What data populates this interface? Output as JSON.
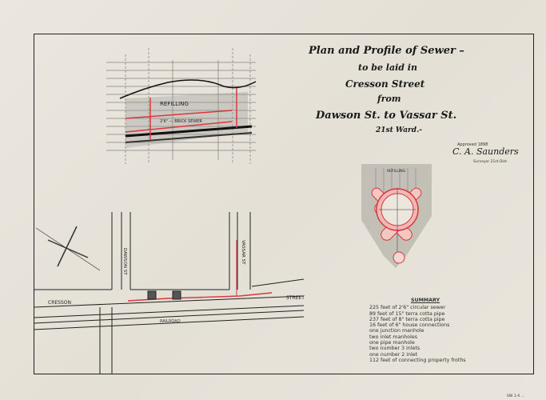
{
  "title": {
    "lines": [
      "Plan and Profile of Sewer –",
      "to be laid in",
      "Cresson Street",
      "from",
      "Dawson St. to Vassar St.",
      "21st Ward.-"
    ]
  },
  "signature": {
    "approved": "Approved 1898",
    "name": "C. A. Saunders",
    "role": "Surveyor 21st Dist."
  },
  "plan": {
    "streets": {
      "cresson": "CRESSON",
      "cresson_right": "STREET",
      "dawson": "DAWSON ST",
      "vassar": "VASSAR ST",
      "railroad": "RAILROAD"
    }
  },
  "profile": {
    "label": "REFILLING",
    "pipe_label": "2'6\" — BRICK SEWER"
  },
  "section": {
    "label": "REFILLING"
  },
  "summary": {
    "heading": "SUMMARY",
    "lines": [
      "225 feet of 2'6\" circular sewer",
      "89 feet of 15\" terra cotta pipe",
      "237 feet of 8\" terra cotta pipe",
      "16 feet of 6\" house connections",
      "one junction manhole",
      "two inlet manholes",
      "one pipe manhole",
      "two number 3 inlets",
      "one number 2 inlet",
      "112 feet of connecting property froths"
    ]
  },
  "footer": {
    "stamp": "SW 1-4 ..."
  },
  "colors": {
    "paper": "#e7e3da",
    "ink": "#1a1a1a",
    "red_ink": "#d9373c"
  }
}
